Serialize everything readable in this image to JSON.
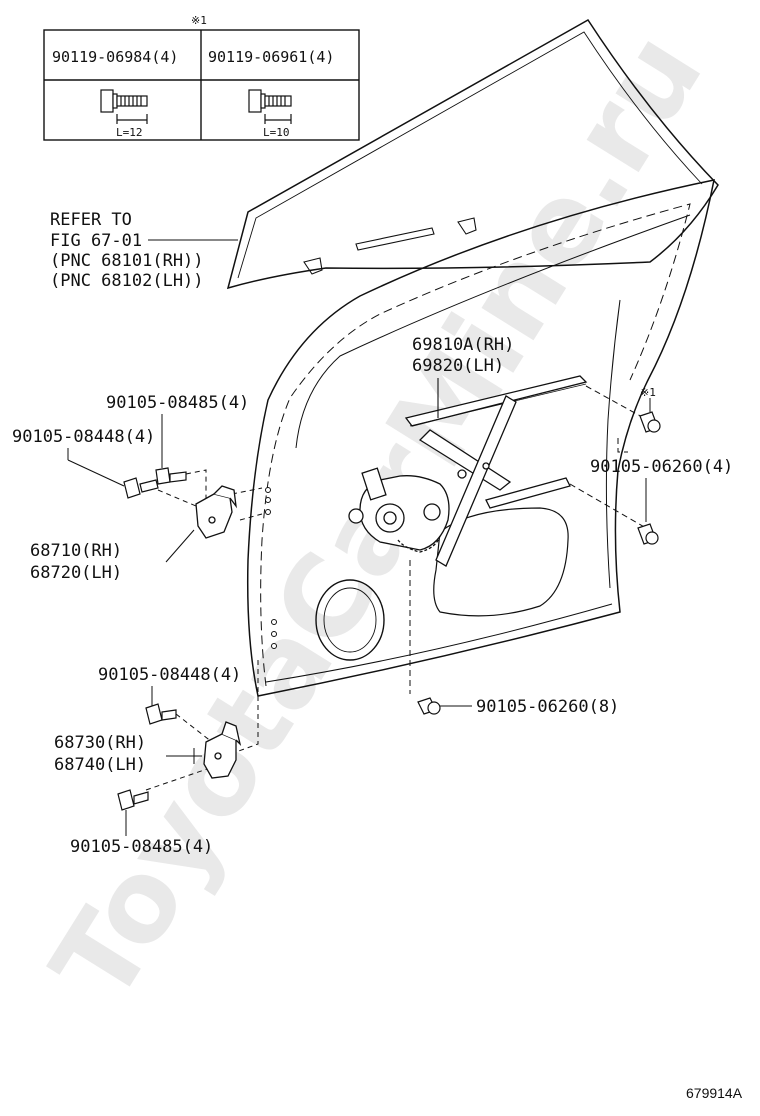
{
  "watermark": "ToyotaCarMine.ru",
  "figure_id": "679914A",
  "note_mark": "※1",
  "bolt_table": {
    "mark": "※1",
    "columns": [
      {
        "part": "90119-06984(4)",
        "dim": "L=12"
      },
      {
        "part": "90119-06961(4)",
        "dim": "L=10"
      }
    ]
  },
  "refer": {
    "line1": "REFER TO",
    "line2": "FIG 67-01",
    "line3": "(PNC 68101(RH))",
    "line4": "(PNC 68102(LH))"
  },
  "labels": {
    "regulator_rh": "69810A(RH)",
    "regulator_lh": "69820(LH)",
    "bolt_upper_right": "90105-06260(4)",
    "bolt_bottom_center": "90105-06260(8)",
    "upper_hinge_bolt_a": "90105-08485(4)",
    "upper_hinge_bolt_b": "90105-08448(4)",
    "upper_hinge_rh": "68710(RH)",
    "upper_hinge_lh": "68720(LH)",
    "lower_hinge_bolt_a": "90105-08448(4)",
    "lower_hinge_rh": "68730(RH)",
    "lower_hinge_lh": "68740(LH)",
    "lower_hinge_bolt_b": "90105-08485(4)"
  }
}
